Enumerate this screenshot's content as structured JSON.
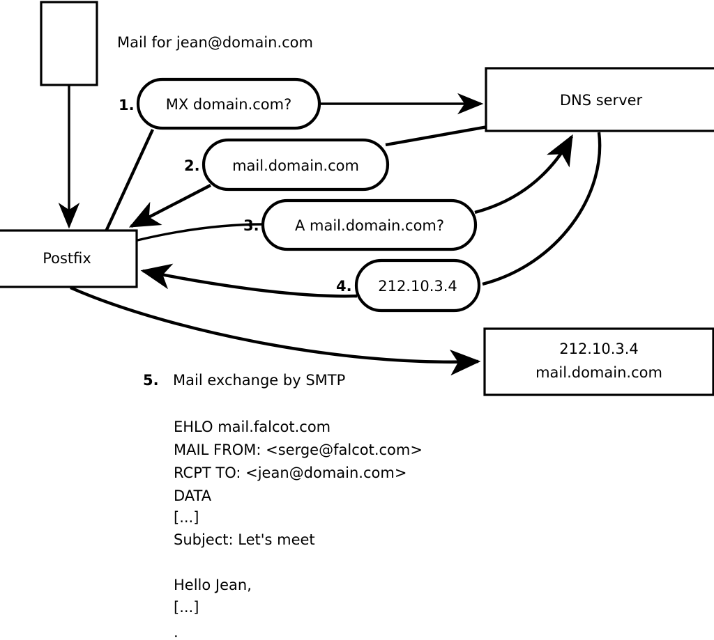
{
  "diagram": {
    "title_caption": "Mail for jean@domain.com",
    "nodes": {
      "sender_box": {
        "label": ""
      },
      "postfix_box": {
        "label": "Postfix"
      },
      "dns_box": {
        "label": "DNS server"
      },
      "target_box": {
        "line1": "212.10.3.4",
        "line2": "mail.domain.com"
      }
    },
    "steps": [
      {
        "num": "1.",
        "bubble": "MX domain.com?"
      },
      {
        "num": "2.",
        "bubble": "mail.domain.com"
      },
      {
        "num": "3.",
        "bubble": "A mail.domain.com?"
      },
      {
        "num": "4.",
        "bubble": "212.10.3.4"
      }
    ],
    "step5": {
      "num": "5.",
      "label": "Mail exchange by SMTP"
    },
    "transcript": [
      "EHLO mail.falcot.com",
      "MAIL FROM: <serge@falcot.com>",
      "RCPT TO: <jean@domain.com>",
      "DATA",
      "[...]",
      "Subject: Let's meet",
      "",
      "Hello Jean,",
      "[...]",
      "",
      "."
    ],
    "colors": {
      "stroke": "#000000",
      "fill": "#ffffff",
      "text": "#000000"
    }
  }
}
